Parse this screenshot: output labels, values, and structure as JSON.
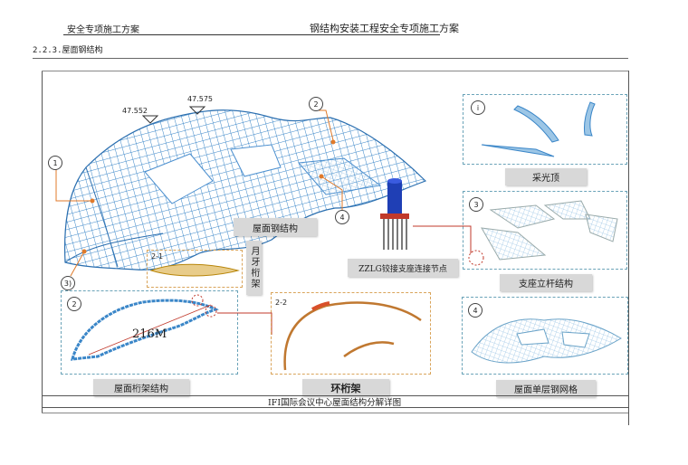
{
  "header": {
    "left": "安全专项施工方案",
    "right": "钢结构安装工程安全专项施工方案"
  },
  "section_title": "2.2.3.屋面钢结构",
  "figure": {
    "main_label": "屋面钢结构",
    "elevations": [
      "47.552",
      "47.575"
    ],
    "callouts": [
      "1",
      "2",
      "3)",
      "4"
    ],
    "node_label": "ZZLG铰接支座连接节点",
    "panels": {
      "skylight": {
        "number": "i",
        "label": "采光顶"
      },
      "support_struts": {
        "number": "3",
        "label": "支座立杆结构"
      },
      "single_layer": {
        "number": "4",
        "label": "屋面单层钢网格"
      },
      "roof_truss": {
        "number": "2",
        "label": "屋面桁架结构",
        "dimension": "216M"
      },
      "crescent_truss": {
        "number": "2-1",
        "label": "月牙桁架"
      },
      "ring_truss": {
        "number": "2-2",
        "label": "环桁架"
      }
    },
    "caption": "IFI国际会议中心屋面结构分解详图"
  }
}
